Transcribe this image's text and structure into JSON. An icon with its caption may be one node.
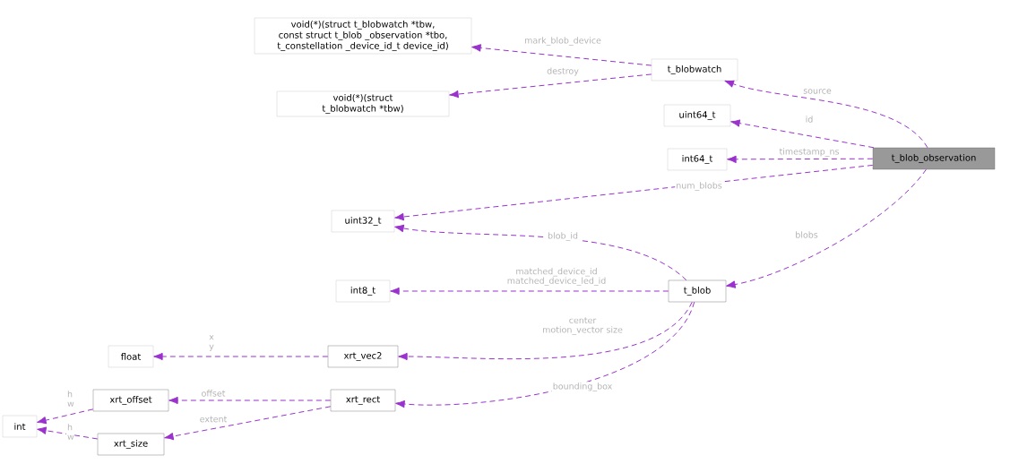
{
  "diagram": {
    "nodes": [
      {
        "text": [
          "t_blob_observation"
        ]
      },
      {
        "text": [
          "t_blobwatch"
        ]
      },
      {
        "text": [
          "void(*)(struct t_blobwatch *tbw, const struct t_blob _observation *tbo, t_constellation _device_id_t device_id)"
        ]
      },
      {
        "text": [
          "void(*)(struct t_blobwatch *tbw)"
        ]
      },
      {
        "text": [
          "uint64_t"
        ]
      },
      {
        "text": [
          "int64_t"
        ]
      },
      {
        "text": [
          "uint32_t"
        ]
      },
      {
        "text": [
          "t_blob"
        ]
      },
      {
        "text": [
          "int8_t"
        ]
      },
      {
        "text": [
          "xrt_vec2"
        ]
      },
      {
        "text": [
          "float"
        ]
      },
      {
        "text": [
          "xrt_rect"
        ]
      },
      {
        "text": [
          "xrt_offset"
        ]
      },
      {
        "text": [
          "xrt_size"
        ]
      },
      {
        "text": [
          "int"
        ]
      }
    ],
    "edges": [
      {
        "from": 0,
        "to": 1,
        "arrow": "to",
        "label": "source"
      },
      {
        "from": 0,
        "to": 4,
        "arrow": "to",
        "label": "id"
      },
      {
        "from": 0,
        "to": 5,
        "arrow": "to",
        "label": "timestamp_ns"
      },
      {
        "from": 0,
        "to": 6,
        "arrow": "to",
        "label": "num_blobs"
      },
      {
        "from": 0,
        "to": 7,
        "arrow": "to",
        "label": "blobs"
      },
      {
        "from": 1,
        "to": 2,
        "arrow": "to",
        "label": "mark_blob_device"
      },
      {
        "from": 1,
        "to": 3,
        "arrow": "to",
        "label": "destroy"
      },
      {
        "from": 7,
        "to": 6,
        "arrow": "to",
        "label": "blob_id"
      },
      {
        "from": 7,
        "to": 8,
        "arrow": "to",
        "label": "matched_device_id matched_device_led_id"
      },
      {
        "from": 7,
        "to": 9,
        "arrow": "to",
        "label": "center motion_vector size"
      },
      {
        "from": 7,
        "to": 11,
        "arrow": "to",
        "label": "bounding_box"
      },
      {
        "from": 9,
        "to": 10,
        "arrow": "to",
        "label": "x y"
      },
      {
        "from": 11,
        "to": 12,
        "arrow": "to",
        "label": "offset"
      },
      {
        "from": 11,
        "to": 13,
        "arrow": "to",
        "label": "extent"
      },
      {
        "from": 12,
        "to": 14,
        "arrow": "to",
        "label": "h w"
      },
      {
        "from": 13,
        "to": 14,
        "arrow": "to",
        "label": "h w"
      }
    ]
  }
}
